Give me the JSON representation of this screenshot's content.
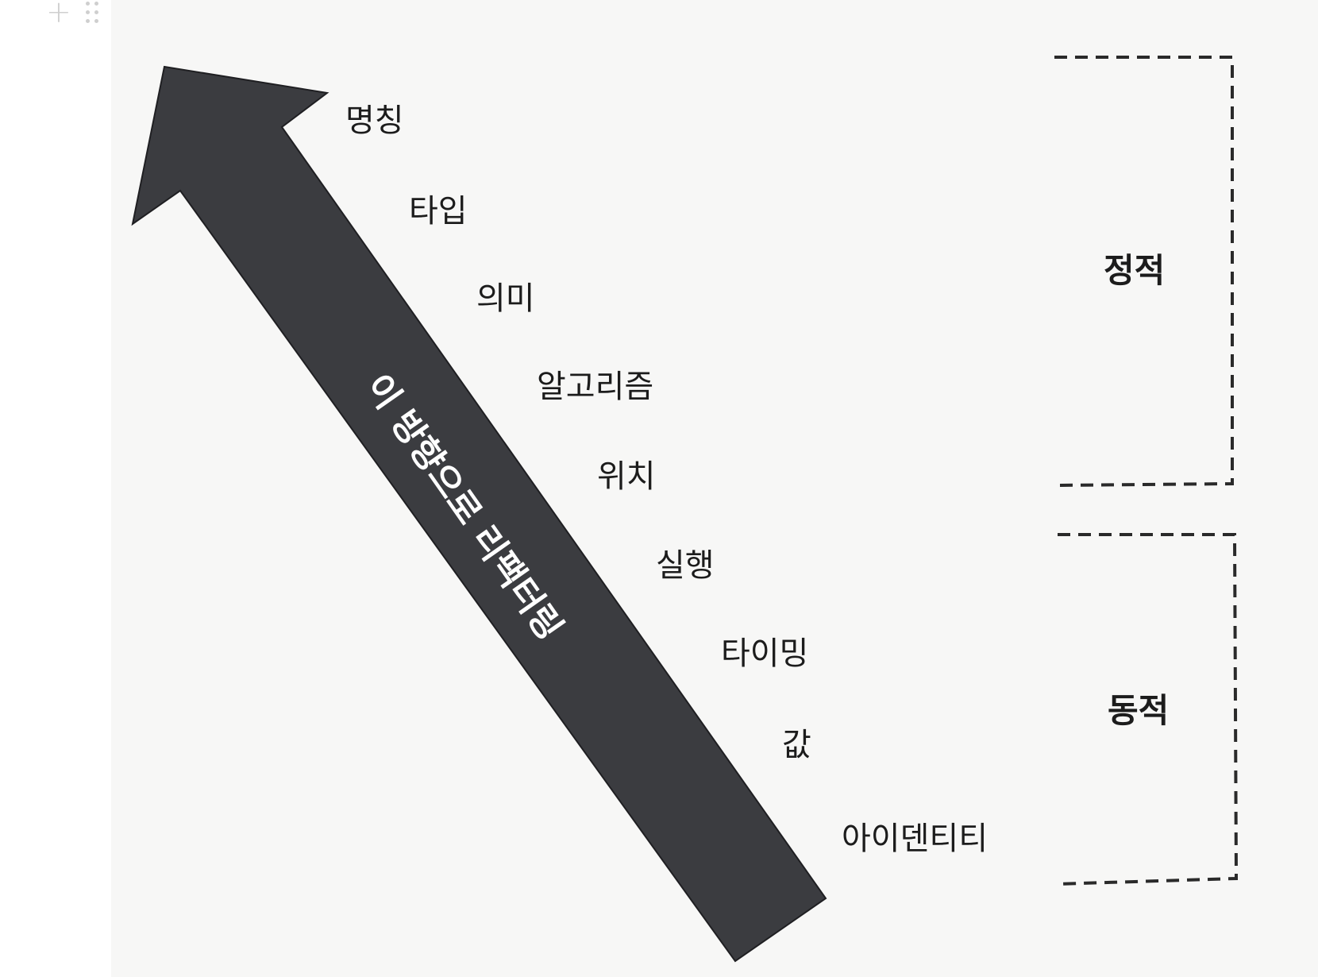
{
  "arrow": {
    "label": "이 방향으로 리팩터링",
    "fill": "#3b3c40",
    "text_color": "#ffffff"
  },
  "terms": [
    "명칭",
    "타입",
    "의미",
    "알고리즘",
    "위치",
    "실행",
    "타이밍",
    "값",
    "아이덴티티"
  ],
  "groups": {
    "static": "정적",
    "dynamic": "동적"
  },
  "toolbar": {
    "add_icon": "plus-icon",
    "drag_icon": "drag-handle-icon"
  }
}
